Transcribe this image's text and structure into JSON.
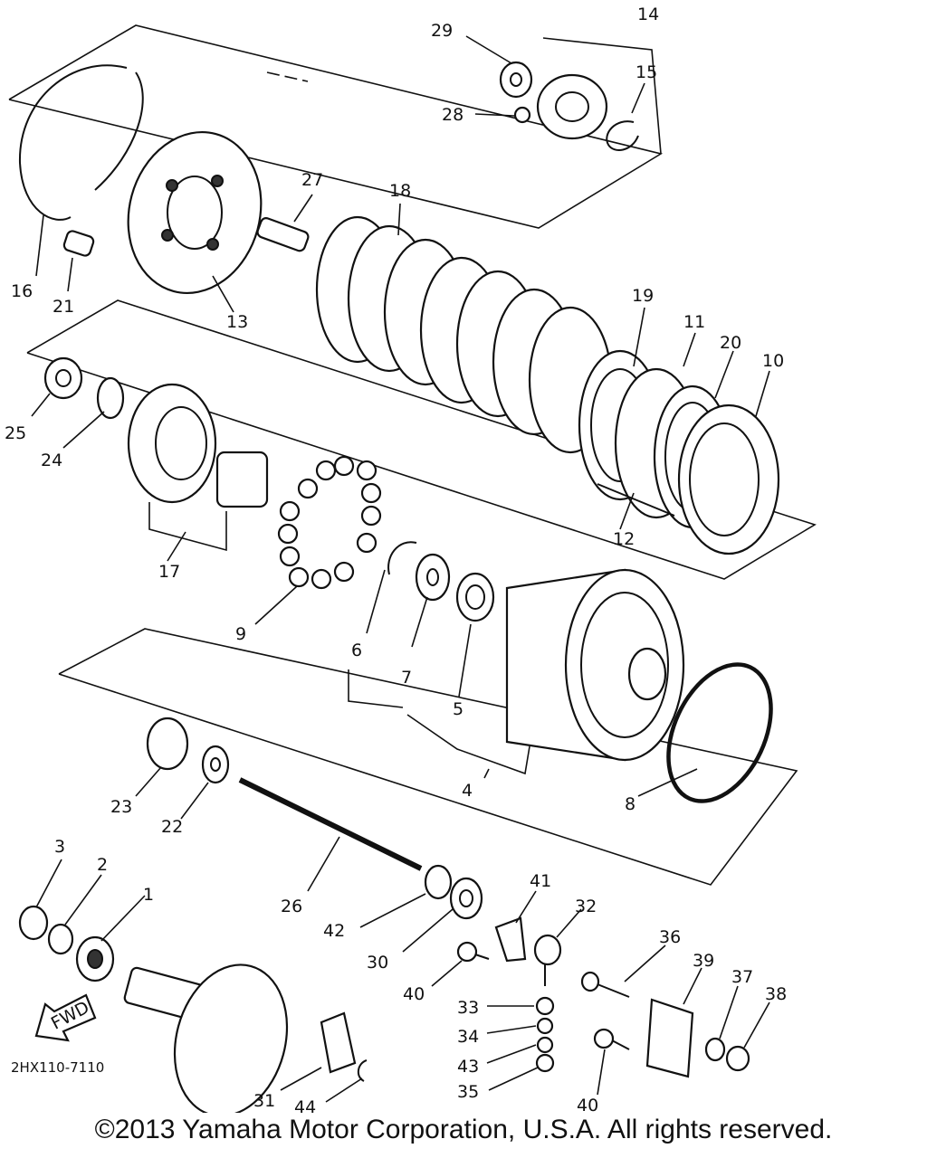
{
  "figure_code": "2HX110-7110",
  "fwd_label": "FWD",
  "copyright": "©2013 Yamaha Motor Corporation, U.S.A. All rights reserved.",
  "callouts": {
    "p1": "1",
    "p2": "2",
    "p3": "3",
    "p4": "4",
    "p5": "5",
    "p6": "6",
    "p7": "7",
    "p8": "8",
    "p9": "9",
    "p10": "10",
    "p11": "11",
    "p12": "12",
    "p13": "13",
    "p14": "14",
    "p15": "15",
    "p16": "16",
    "p17": "17",
    "p18": "18",
    "p19": "19",
    "p20": "20",
    "p21": "21",
    "p22": "22",
    "p23": "23",
    "p24": "24",
    "p25": "25",
    "p26": "26",
    "p27": "27",
    "p28": "28",
    "p29": "29",
    "p30": "30",
    "p31": "31",
    "p32": "32",
    "p33": "33",
    "p34": "34",
    "p35": "35",
    "p36": "36",
    "p37": "37",
    "p38": "38",
    "p39": "39",
    "p40a": "40",
    "p40b": "40",
    "p41": "41",
    "p42": "42",
    "p43": "43",
    "p44": "44"
  }
}
